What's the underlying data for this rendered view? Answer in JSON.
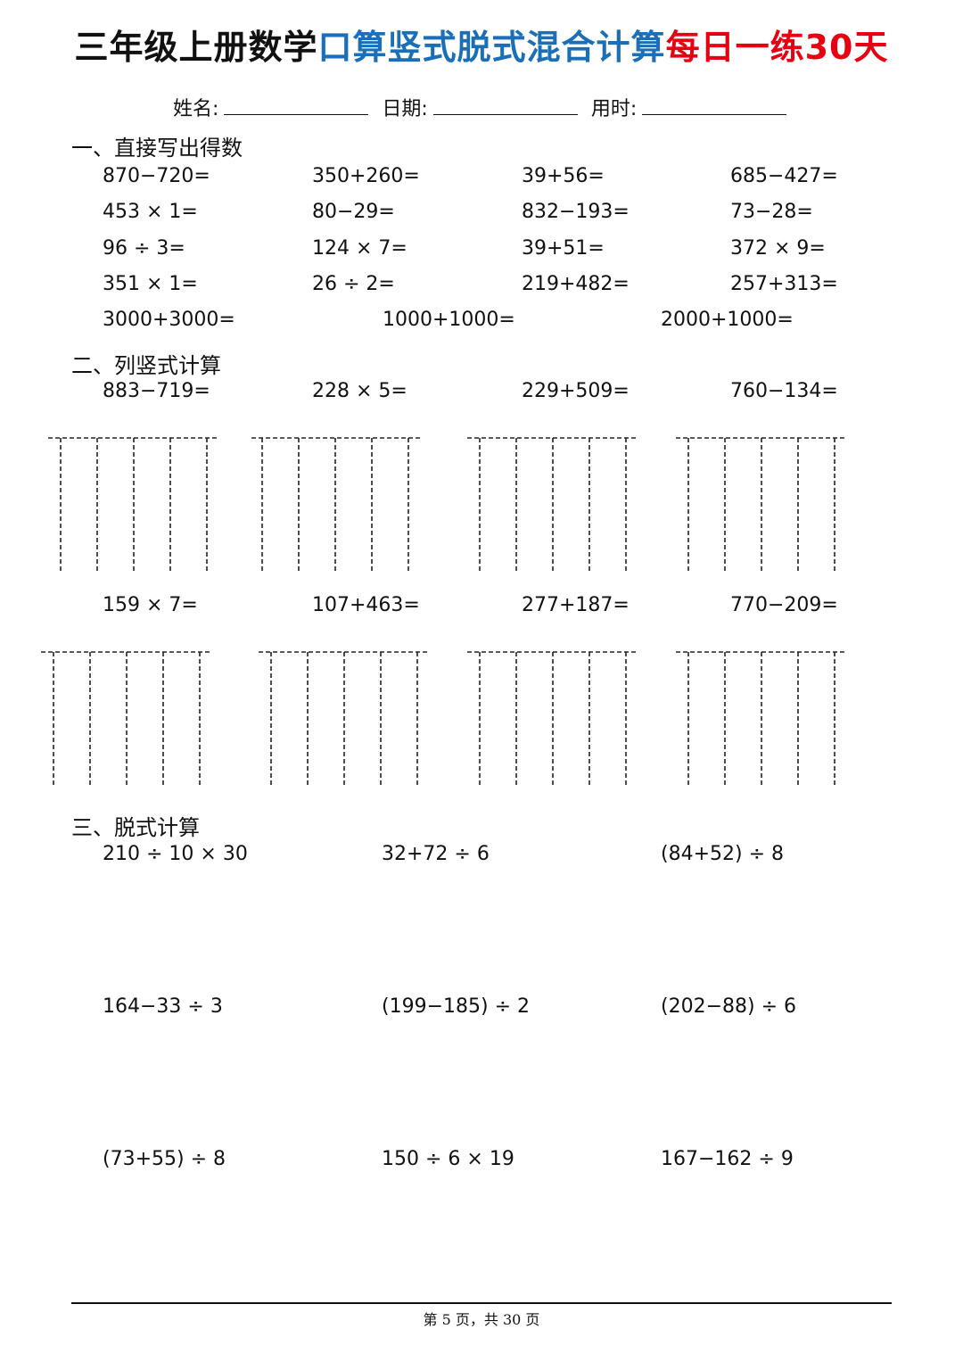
{
  "title": {
    "part1": "三年级上册数学",
    "part2": "口算竖式脱式混合计算",
    "part3": "每日一练30天",
    "colors": {
      "part1": "#111111",
      "part2": "#1a6fb8",
      "part3": "#e60012"
    }
  },
  "info": {
    "name_label": "姓名:",
    "date_label": "日期:",
    "time_label": "用时:"
  },
  "section1": {
    "heading": "一、直接写出得数",
    "rows": [
      [
        "870−720=",
        "350+260=",
        "39+56=",
        "685−427="
      ],
      [
        "453 × 1=",
        "80−29=",
        "832−193=",
        "73−28="
      ],
      [
        "96 ÷ 3=",
        "124 × 7=",
        "39+51=",
        "372 × 9="
      ],
      [
        "351 × 1=",
        "26 ÷ 2=",
        "219+482=",
        "257+313="
      ]
    ],
    "last_row": [
      "3000+3000=",
      "1000+1000=",
      "2000+1000="
    ]
  },
  "section2": {
    "heading": "二、列竖式计算",
    "row1": [
      "883−719=",
      "228 × 5=",
      "229+509=",
      "760−134="
    ],
    "row2": [
      "159 × 7=",
      "107+463=",
      "277+187=",
      "770−209="
    ]
  },
  "section3": {
    "heading": "三、脱式计算",
    "rows": [
      [
        "210 ÷ 10 × 30",
        "32+72 ÷ 6",
        "(84+52) ÷ 8"
      ],
      [
        "164−33 ÷ 3",
        "(199−185) ÷ 2",
        "(202−88) ÷ 6"
      ],
      [
        "(73+55) ÷ 8",
        "150 ÷ 6 × 19",
        "167−162 ÷ 9"
      ]
    ]
  },
  "footer": {
    "text": "第 5 页，共 30 页"
  }
}
